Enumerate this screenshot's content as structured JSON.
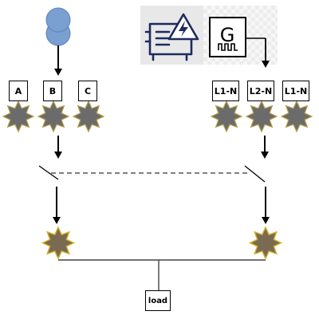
{
  "source": {
    "symbol": "transformer-icon"
  },
  "left_bus": {
    "phases": [
      "A",
      "B",
      "C"
    ]
  },
  "right_bus": {
    "phases": [
      "L1-N",
      "L2-N",
      "L1-N"
    ]
  },
  "generator": {
    "symbol_letter": "G",
    "icon": "generator-icon"
  },
  "load": {
    "label": "load"
  },
  "colors": {
    "source_blue": "#7a9fd1",
    "star_gray": "#6b6b6b",
    "star_outline": "#b5a04a",
    "transfer_star": "#7b6a52",
    "icon_navy": "#1e2a5f"
  }
}
